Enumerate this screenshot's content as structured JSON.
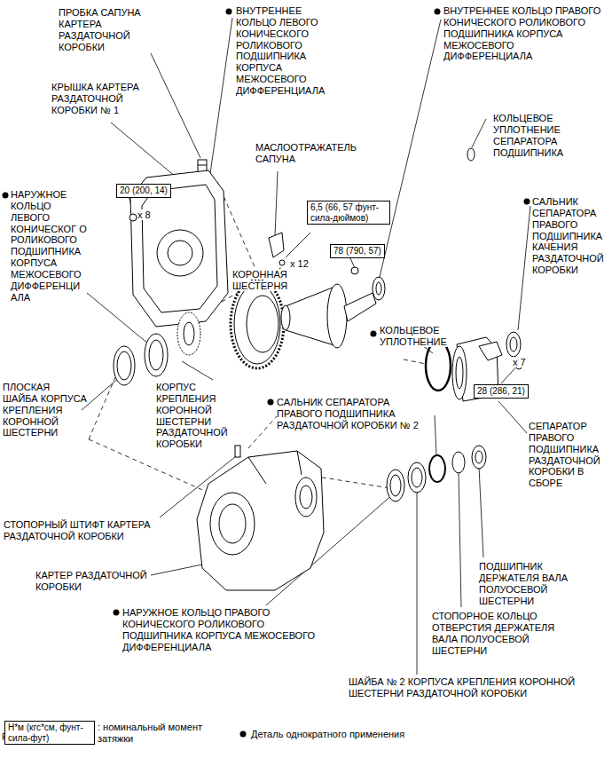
{
  "diagram": {
    "nodes": [
      {
        "text": [
          "20 (200, 14)"
        ]
      },
      {
        "text": [
          "6,5 (66, 57 фунт-сила-дюймов)"
        ]
      },
      {
        "text": [
          "78 (790, 57)"
        ]
      },
      {
        "text": [
          "28 (286, 21)"
        ]
      },
      {
        "text": [
          "Н*м (кгс*см, фунт-сила-фут)"
        ]
      }
    ],
    "labels": [
      "ПРОБКА САПУНА КАРТЕРА РАЗДАТОЧНОЙ КОРОБКИ",
      "КРЫШКА КАРТЕРА РАЗДАТОЧНОЙ КОРОБКИ № 1",
      "ВНУТРЕННЕЕ КОЛЬЦО ЛЕВОГО КОНИЧЕСКОГО РОЛИКОВОГО ПОДШИПНИКА КОРПУСА МЕЖОСЕВОГО ДИФФЕРЕНЦИАЛА",
      "ВНУТРЕННЕЕ КОЛЬЦО ПРАВОГО КОНИЧЕСКОГО РОЛИКОВОГО ПОДШИПНИКА КОРПУСА МЕЖОСЕВОГО ДИФФЕРЕНЦИАЛА",
      "КОЛЬЦЕВОЕ УПЛОТНЕНИЕ СЕПАРАТОРА ПОДШИПНИКА",
      "МАСЛООТРАЖАТЕЛЬ САПУНА",
      "НАРУЖНОЕ КОЛЬЦО ЛЕВОГО КОНИЧЕСКОГ О РОЛИКОВОГО ПОДШИПНИКА КОРПУСА МЕЖОСЕВОГО ДИФФЕРЕНЦИ АЛА",
      "x 8",
      "x 12",
      "КОРОННАЯ ШЕСТЕРНЯ",
      "КОЛЬЦЕВОЕ УПЛОТНЕНИЕ",
      "САЛЬНИК СЕПАРАТОРА ПРАВОГО ПОДШИПНИКА КАЧЕНИЯ РАЗДАТОЧНОЙ КОРОБКИ",
      "x 7",
      "ПЛОСКАЯ ШАЙБА КОРПУСА КРЕПЛЕНИЯ КОРОННОЙ ШЕСТЕРНИ",
      "КОРПУС КРЕПЛЕНИЯ КОРОННОЙ ШЕСТЕРНИ РАЗДАТОЧНОЙ КОРОБКИ",
      "САЛЬНИК СЕПАРАТОРА ПРАВОГО ПОДШИПНИКА РАЗДАТОЧНОЙ КОРОБКИ № 2",
      "СЕПАРАТОР ПРАВОГО ПОДШИПНИКА РАЗДАТОЧНОЙ КОРОБКИ В СБОРЕ",
      "СТОПОРНЫЙ ШТИФТ КАРТЕРА РАЗДАТОЧНОЙ КОРОБКИ",
      "КАРТЕР РАЗДАТОЧНОЙ КОРОБКИ",
      "ПОДШИПНИК ДЕРЖАТЕЛЯ ВАЛА ПОЛУОСЕВОЙ ШЕСТЕРНИ",
      "СТОПОРНОЕ КОЛЬЦО ОТВЕРСТИЯ ДЕРЖАТЕЛЯ ВАЛА ПОЛУОСЕВОЙ ШЕСТЕРНИ",
      "НАРУЖНОЕ КОЛЬЦО ПРАВОГО КОНИЧЕСКОГО РОЛИКОВОГО ПОДШИПНИКА КОРПУСА МЕЖОСЕВОГО ДИФФЕРЕНЦИАЛА",
      "ШАЙБА № 2 КОРПУСА КРЕПЛЕНИЯ КОРОННОЙ ШЕСТЕРНИ РАЗДАТОЧНОЙ КОРОБКИ",
      "P"
    ],
    "legend": [
      {
        "text": ": номинальный момент затяжки"
      },
      {
        "text": "Деталь однократного применения"
      }
    ]
  }
}
